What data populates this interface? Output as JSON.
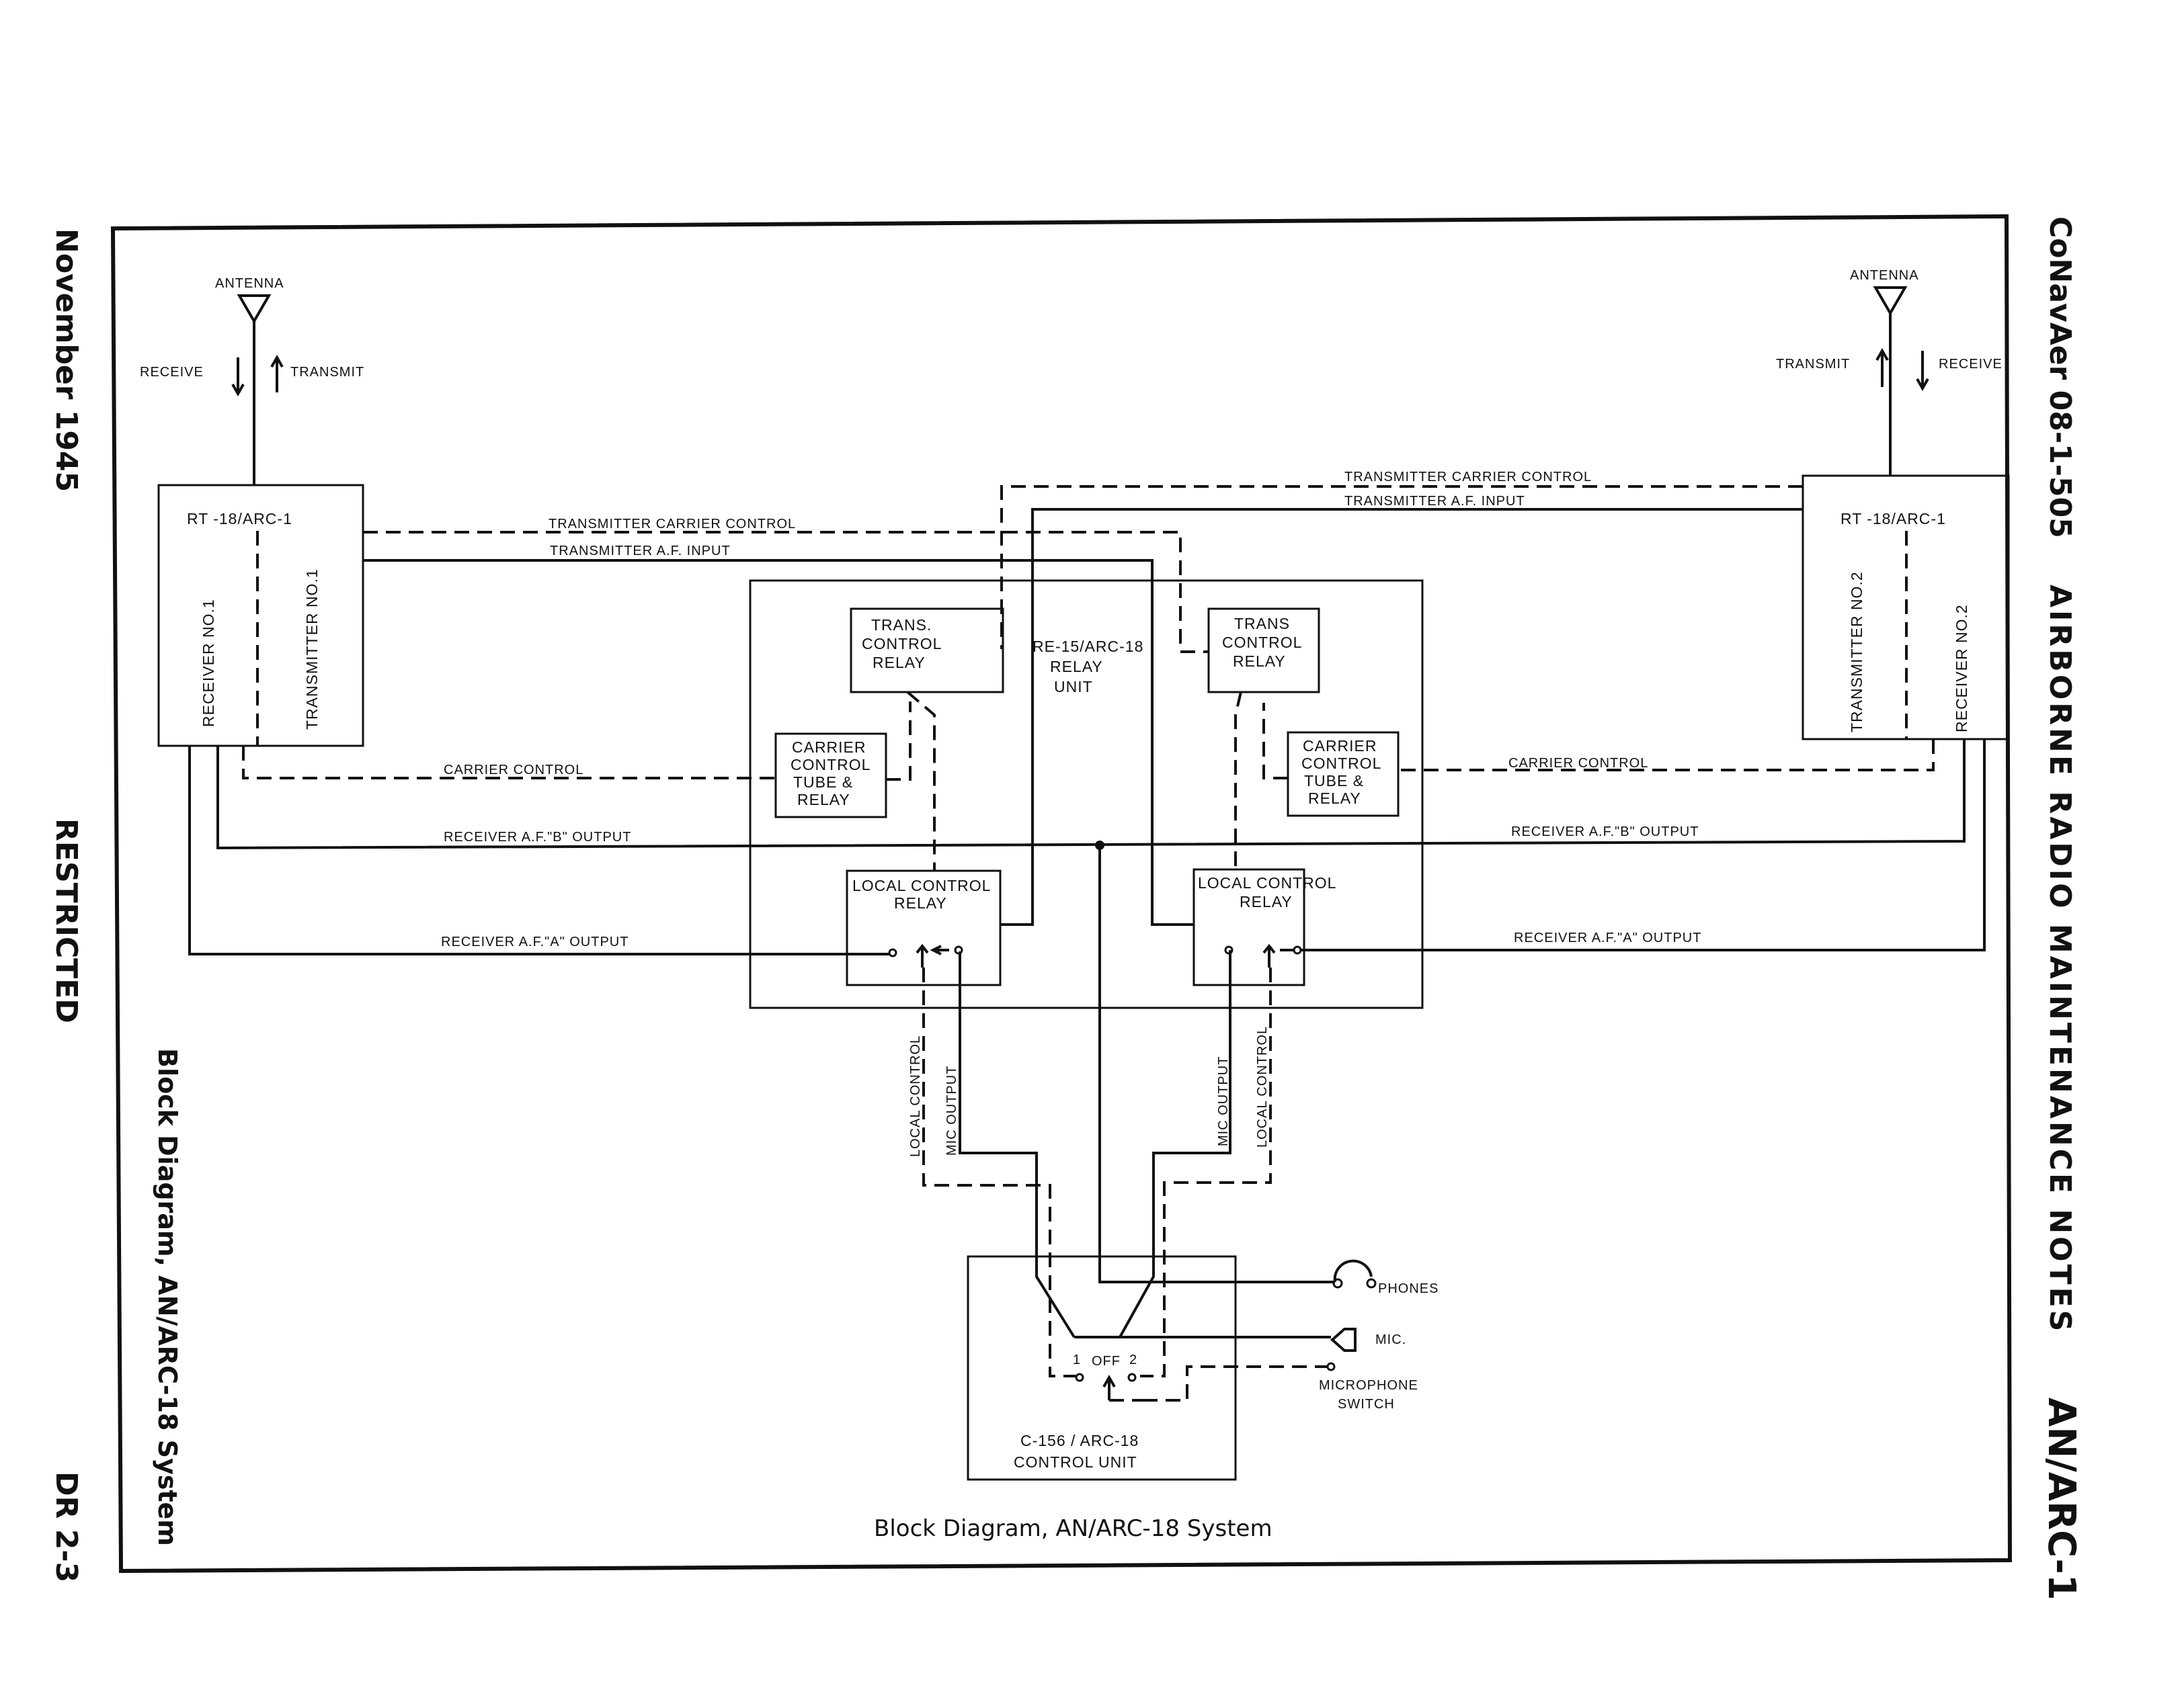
{
  "margin": {
    "date": "November 1945",
    "restricted": "RESTRICTED",
    "vertical_caption": "Block Diagram, AN/ARC-18 System",
    "page_number": "DR 2-3",
    "document_number": "CoNavAer 08-1-505",
    "series_title": "AIRBORNE RADIO MAINTENANCE NOTES",
    "equipment": "AN/ARC-1"
  },
  "caption": "Block Diagram, AN/ARC-18 System",
  "left_set": {
    "antenna": "ANTENNA",
    "receive": "RECEIVE",
    "transmit": "TRANSMIT",
    "unit": "RT -18/ARC-1",
    "receiver": "RECEIVER NO.1",
    "transmitter": "TRANSMITTER NO.1"
  },
  "right_set": {
    "antenna": "ANTENNA",
    "transmit": "TRANSMIT",
    "receive": "RECEIVE",
    "unit": "RT -18/ARC-1",
    "transmitter": "TRANSMITTER NO.2",
    "receiver": "RECEIVER NO.2"
  },
  "relay_unit": {
    "name_l1": "RE-15/ARC-18",
    "name_l2": "RELAY",
    "name_l3": "UNIT",
    "trans_relay": [
      "TRANS.",
      "CONTROL",
      "RELAY"
    ],
    "trans_relay_right": [
      "TRANS",
      "CONTROL",
      "RELAY"
    ],
    "carrier_tube": [
      "CARRIER",
      "CONTROL",
      "TUBE &",
      "RELAY"
    ],
    "local_relay": [
      "LOCAL CONTROL",
      "RELAY"
    ]
  },
  "signals": {
    "tx_carrier_control": "TRANSMITTER CARRIER CONTROL",
    "tx_af_input": "TRANSMITTER A.F. INPUT",
    "carrier_control": "CARRIER CONTROL",
    "rx_af_b": "RECEIVER A.F.\"B\" OUTPUT",
    "rx_af_a": "RECEIVER A.F.\"A\" OUTPUT",
    "local_control": "LOCAL CONTROL",
    "mic_output": "MIC OUTPUT"
  },
  "control_unit": {
    "name_l1": "C-156 / ARC-18",
    "name_l2": "CONTROL UNIT",
    "switch_1": "1",
    "switch_off": "OFF",
    "switch_2": "2",
    "phones": "PHONES",
    "mic": "MIC.",
    "mic_switch_l1": "MICROPHONE",
    "mic_switch_l2": "SWITCH"
  }
}
